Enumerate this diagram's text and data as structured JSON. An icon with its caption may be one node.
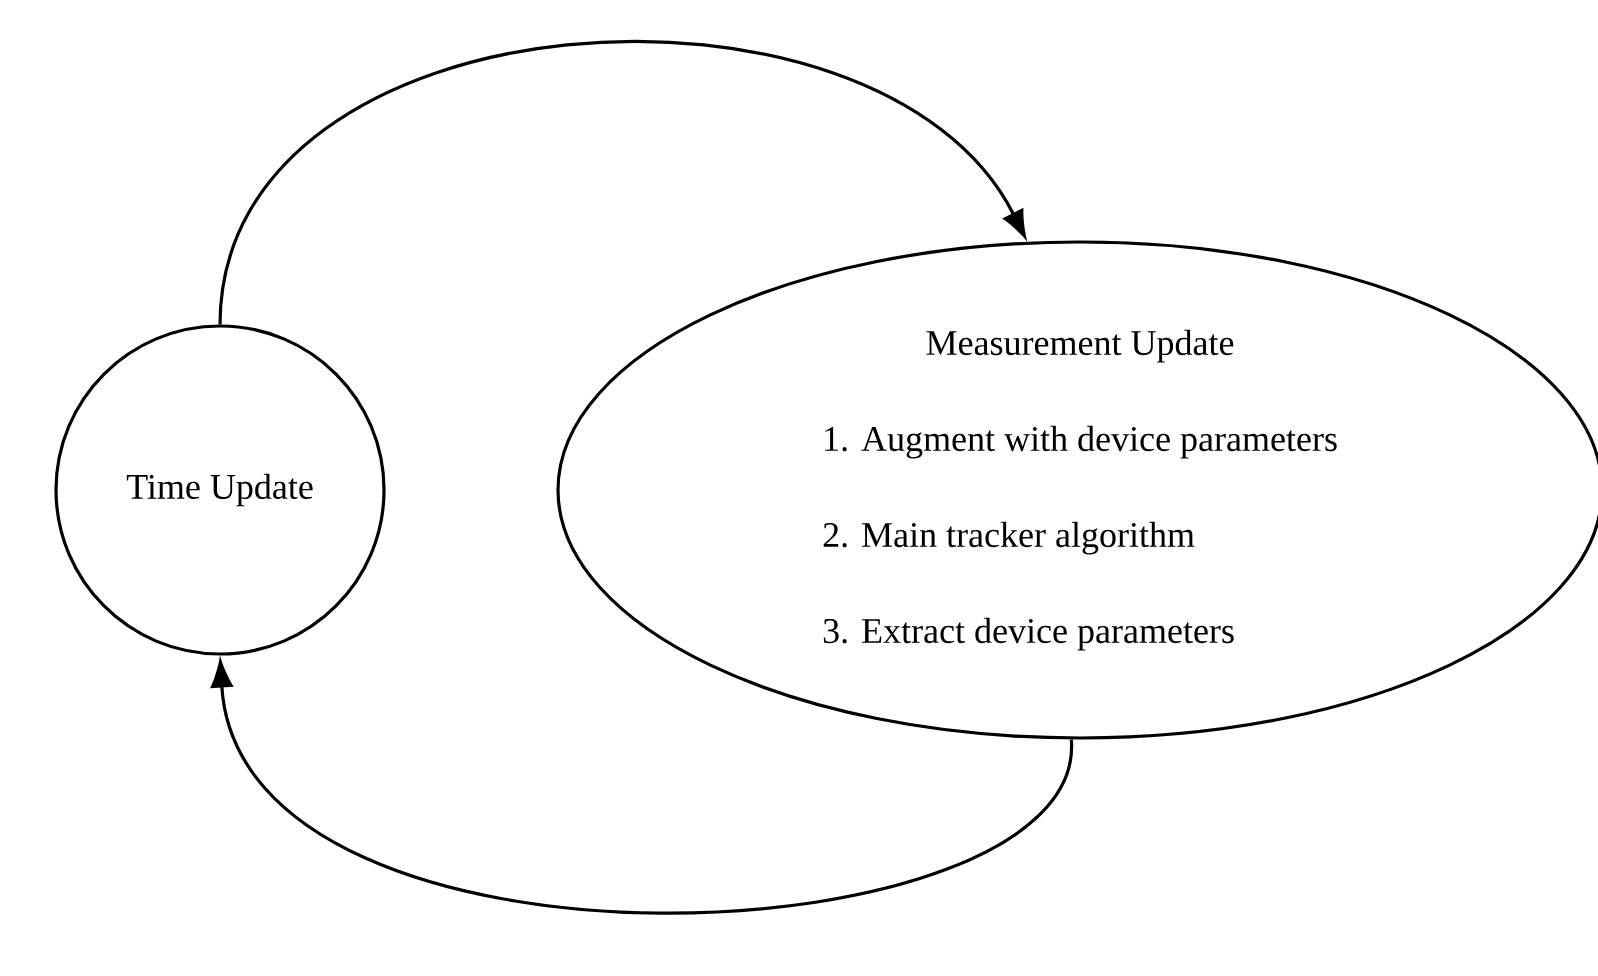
{
  "diagram": {
    "nodes": [
      {
        "text": [
          "Time Update"
        ]
      },
      {
        "text": [
          "Measurement Update",
          "1. Augment with device parameters",
          "2. Main tracker algorithm",
          "3. Extract device parameters"
        ]
      }
    ],
    "edges": [
      {
        "from": 0,
        "to": 1,
        "arrow": "to"
      },
      {
        "from": 1,
        "to": 0,
        "arrow": "to"
      }
    ]
  }
}
